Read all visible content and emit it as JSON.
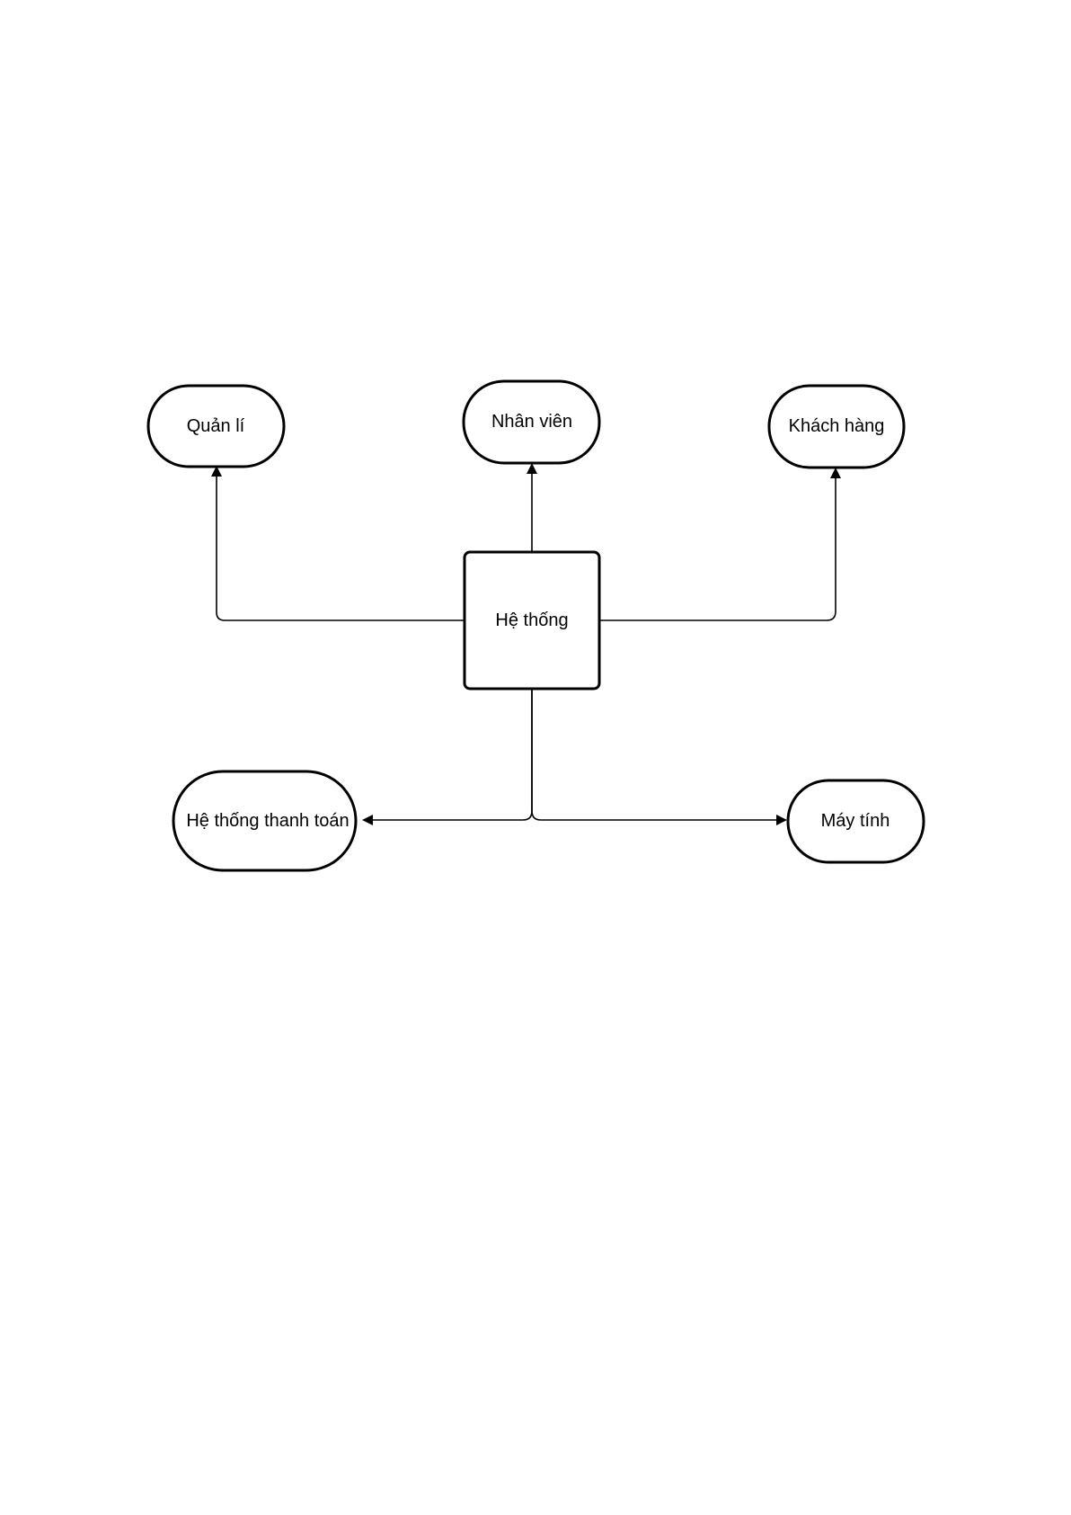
{
  "diagram": {
    "center": {
      "label": "Hệ thống"
    },
    "nodes": {
      "quan_li": {
        "label": "Quản lí"
      },
      "nhan_vien": {
        "label": "Nhân viên"
      },
      "khach_hang": {
        "label": "Khách hàng"
      },
      "he_thong_thanh_toan": {
        "label": "Hệ thống thanh toán"
      },
      "may_tinh": {
        "label": "Máy tính"
      }
    },
    "edges": [
      {
        "from": "center",
        "to": "quan_li"
      },
      {
        "from": "center",
        "to": "nhan_vien"
      },
      {
        "from": "center",
        "to": "khach_hang"
      },
      {
        "from": "center",
        "to": "he_thong_thanh_toan"
      },
      {
        "from": "center",
        "to": "may_tinh"
      }
    ]
  }
}
